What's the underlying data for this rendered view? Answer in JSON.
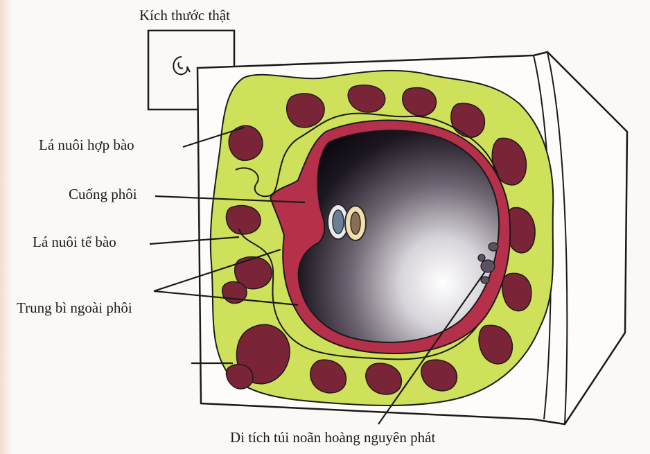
{
  "labels": {
    "real_size": "Kích thước thật",
    "syncytiotrophoblast": "Lá nuôi hợp bào",
    "connecting_stalk": "Cuống phôi",
    "cytotrophoblast": "Lá nuôi tế bào",
    "extraembryonic_mesoderm": "Trung bì ngoài phôi",
    "primary_yolk_sac_remnant": "Di tích túi noãn hoàng nguyên phát"
  },
  "colors": {
    "trophoblast_yellow": "#cfe05a",
    "lacuna_maroon": "#7a2438",
    "mesoderm_red": "#b5304a",
    "cavity_dark": "#141018",
    "outline": "#1a1a1a"
  }
}
